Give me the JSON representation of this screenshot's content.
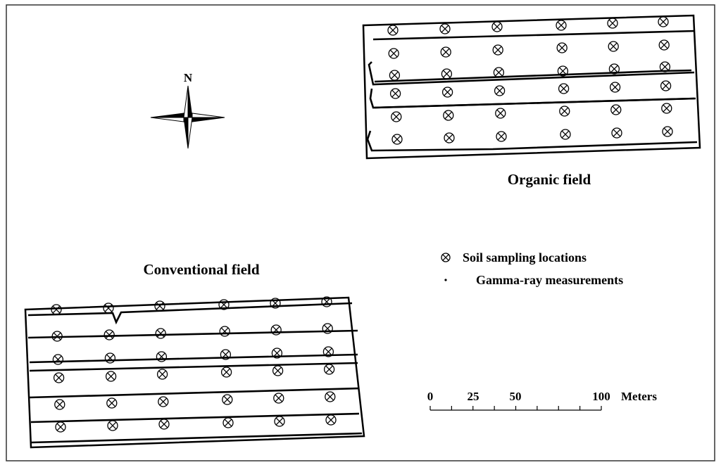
{
  "north_arrow": {
    "label": "N"
  },
  "organic_field": {
    "label": "Organic field",
    "sample_rows": 6,
    "sample_cols": 6
  },
  "conventional_field": {
    "label": "Conventional field",
    "sample_rows": 6,
    "sample_cols": 6
  },
  "legend": {
    "items": [
      {
        "symbol": "soil-sampling-symbol",
        "label": "Soil sampling locations"
      },
      {
        "symbol": "gamma-ray-symbol",
        "label": "Gamma-ray measurements"
      }
    ]
  },
  "scale_bar": {
    "ticks": [
      "0",
      "25",
      "50",
      "100"
    ],
    "unit": "Meters"
  }
}
